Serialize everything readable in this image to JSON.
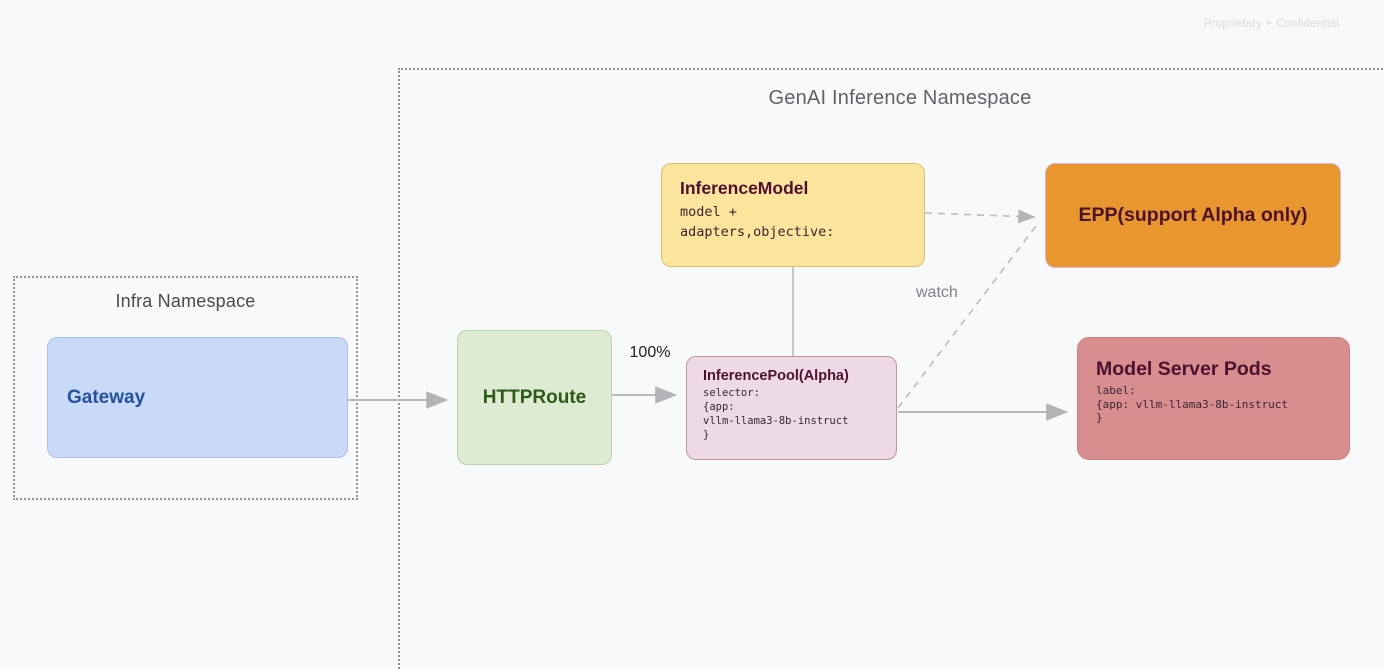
{
  "meta": {
    "confidential_label": "Proprietary + Confidential"
  },
  "namespaces": {
    "genai": {
      "title": "GenAI Inference Namespace"
    },
    "infra": {
      "title": "Infra Namespace"
    }
  },
  "nodes": {
    "gateway": {
      "title": "Gateway",
      "fill": "#c9daf8",
      "text_color": "#24529e"
    },
    "httproute": {
      "title": "HTTPRoute",
      "fill": "#dcebd2",
      "text_color": "#2d5b16"
    },
    "inference_model": {
      "title": "InferenceModel",
      "body": "model +\nadapters,objective:",
      "fill": "#fbe49c",
      "text_color": "#4c1130"
    },
    "epp": {
      "title": "EPP(support Alpha only)",
      "fill": "#e8962e",
      "text_color": "#4c1130"
    },
    "inference_pool": {
      "title": "InferencePool(Alpha)",
      "body": "selector:\n{app:\nvllm-llama3-8b-instruct\n}",
      "fill": "#eddae4",
      "text_color": "#4c1130"
    },
    "model_server_pods": {
      "title": "Model Server Pods",
      "body": "label:\n{app: vllm-llama3-8b-instruct\n}",
      "fill": "#d88e8e",
      "text_color": "#4c1130"
    }
  },
  "edges": {
    "httproute_to_pool_label": "100%",
    "pool_to_epp_label": "watch",
    "gateway_to_httproute": "solid arrow",
    "inference_model_to_pool": "solid line",
    "inference_model_to_epp": "dashed arrow",
    "pool_to_model_server": "solid arrow",
    "wire_color": "#b7b9bc"
  }
}
